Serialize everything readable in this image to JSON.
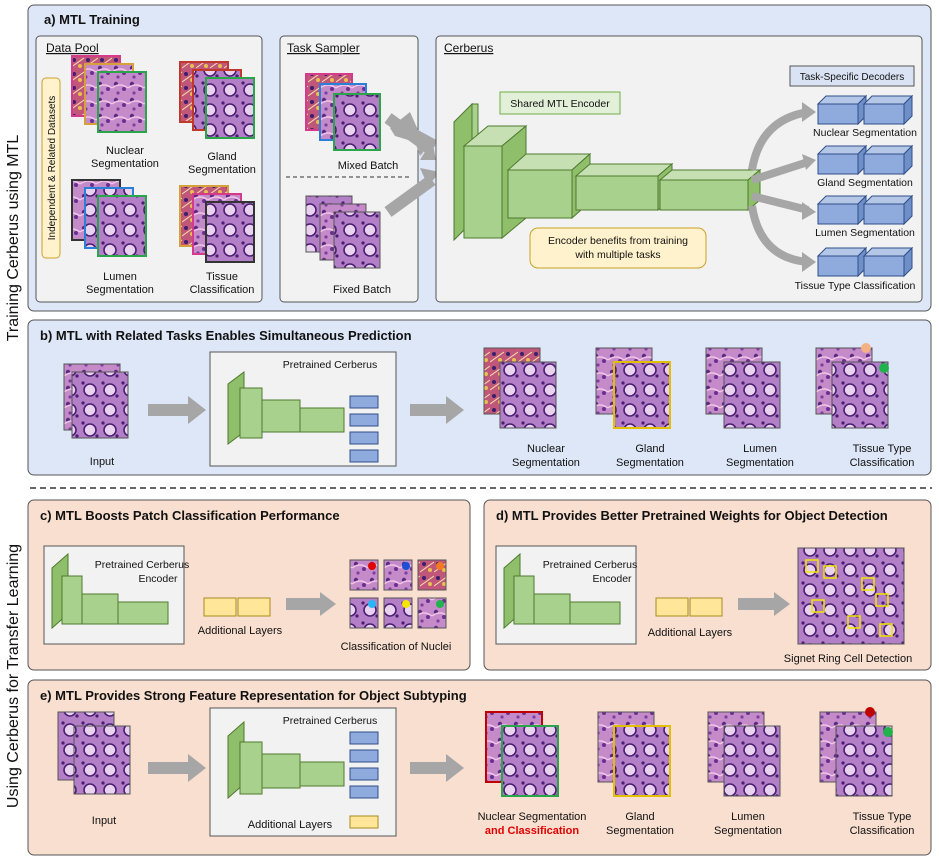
{
  "side_labels": {
    "top": "Training Cerberus using MTL",
    "bottom": "Using Cerberus for Transfer Learning"
  },
  "panel_a": {
    "title": "a) MTL Training",
    "data_pool": {
      "title": "Data Pool",
      "vertical_label": "Independent & Related Datasets",
      "datasets": [
        {
          "line1": "Nuclear",
          "line2": "Segmentation"
        },
        {
          "line1": "Gland",
          "line2": "Segmentation"
        },
        {
          "line1": "Lumen",
          "line2": "Segmentation"
        },
        {
          "line1": "Tissue",
          "line2": "Classification"
        }
      ]
    },
    "task_sampler": {
      "title": "Task Sampler",
      "mixed": "Mixed Batch",
      "fixed": "Fixed Batch"
    },
    "cerberus": {
      "title": "Cerberus",
      "encoder_label": "Shared MTL Encoder",
      "benefit_line1": "Encoder benefits from training",
      "benefit_line2": "with multiple tasks",
      "decoders_title": "Task-Specific Decoders",
      "decoders": [
        "Nuclear Segmentation",
        "Gland Segmentation",
        "Lumen Segmentation",
        "Tissue Type Classification"
      ]
    }
  },
  "panel_b": {
    "title": "b) MTL with Related Tasks Enables Simultaneous Prediction",
    "input": "Input",
    "model": "Pretrained Cerberus",
    "outputs": [
      {
        "line1": "Nuclear",
        "line2": "Segmentation"
      },
      {
        "line1": "Gland",
        "line2": "Segmentation"
      },
      {
        "line1": "Lumen",
        "line2": "Segmentation"
      },
      {
        "line1": "Tissue Type",
        "line2": "Classification"
      }
    ]
  },
  "panel_c": {
    "title": "c) MTL Boosts Patch Classification Performance",
    "model_line1": "Pretrained Cerberus",
    "model_line2": "Encoder",
    "layers": "Additional Layers",
    "output": "Classification of Nuclei"
  },
  "panel_d": {
    "title": "d) MTL Provides Better Pretrained Weights for Object Detection",
    "model_line1": "Pretrained Cerberus",
    "model_line2": "Encoder",
    "layers": "Additional Layers",
    "output": "Signet Ring Cell Detection"
  },
  "panel_e": {
    "title": "e) MTL Provides Strong Feature Representation for Object Subtyping",
    "input": "Input",
    "model": "Pretrained Cerberus",
    "layers": "Additional Layers",
    "outputs": [
      {
        "line1": "Nuclear Segmentation",
        "line2": "and Classification"
      },
      {
        "line1": "Gland",
        "line2": "Segmentation"
      },
      {
        "line1": "Lumen",
        "line2": "Segmentation"
      },
      {
        "line1": "Tissue Type",
        "line2": "Classification"
      }
    ]
  },
  "colors": {
    "panel_blue": "#dde7f7",
    "panel_peach": "#f9dfd0",
    "encoder_green": "#a9d18e",
    "decoder_blue": "#8faadc",
    "layer_yellow": "#ffe699",
    "highlight_red": "#e00000"
  }
}
